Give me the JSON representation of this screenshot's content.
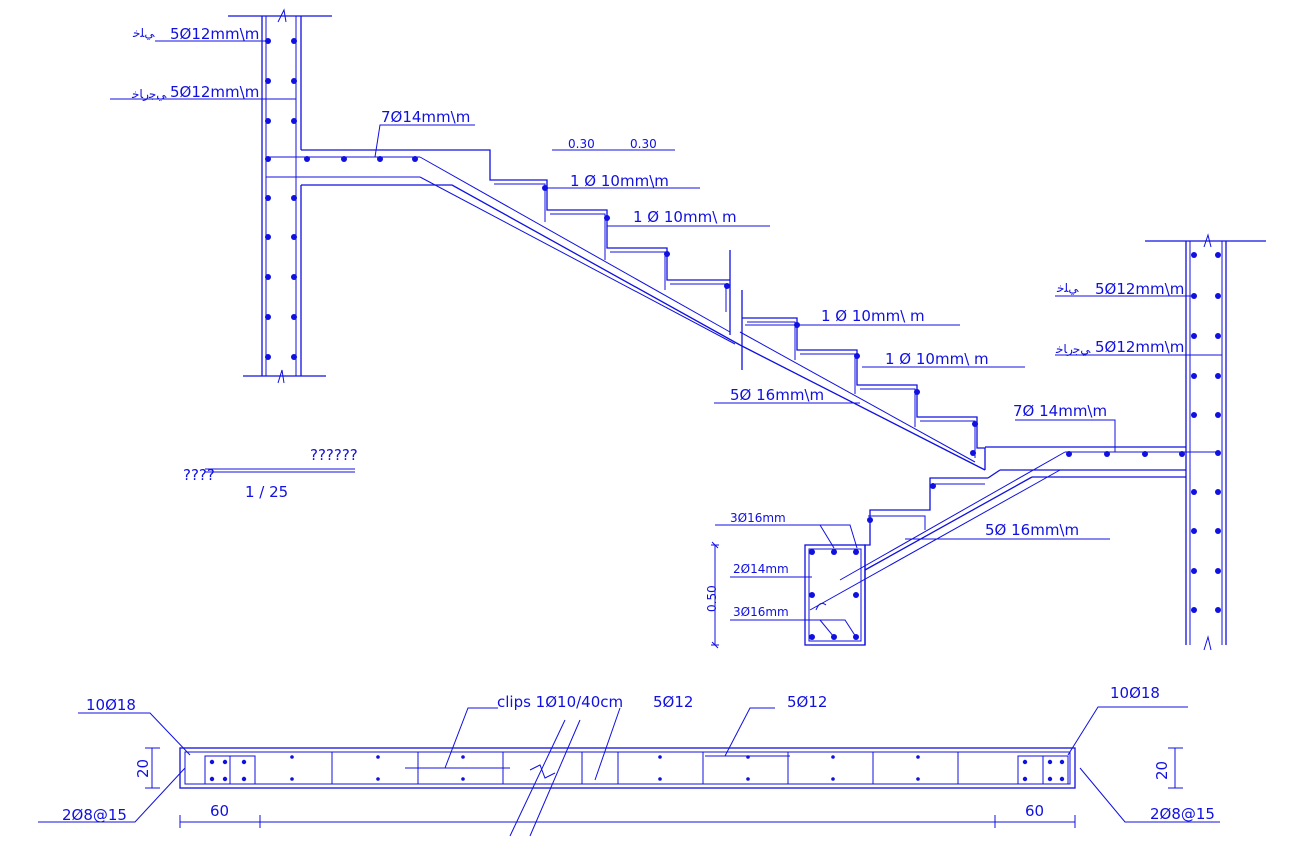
{
  "labels": {
    "left_wall_top": "5Ø12mm\\m",
    "left_wall_mid": "5Ø12mm\\m",
    "left_wall_top_prefix": "ﻲﻠﺧ",
    "left_wall_mid_prefix": "ﻲﺟﺭﺎﺧ",
    "upper_landing": "7Ø14mm\\m",
    "step_dim_1": "0.30",
    "step_dim_2": "0.30",
    "step_bar_1": "1 Ø     10mm\\m",
    "step_bar_2": "1 Ø     10mm\\   m",
    "step_bar_3": "1 Ø     10mm\\   m",
    "step_bar_4": "1 Ø     10mm\\   m",
    "flight_main": "5Ø     16mm\\m",
    "right_wall_top": "5Ø12mm\\m",
    "right_wall_mid": "5Ø12mm\\m",
    "right_wall_top_prefix": "ﻲﻠﺧ",
    "right_wall_mid_prefix": "ﻲﺟﺭﺎﺧ",
    "lower_landing": "7Ø     14mm\\m",
    "lower_flight": "5Ø     16mm\\m",
    "beam_top": "3Ø16mm",
    "beam_mid": "2Ø14mm",
    "beam_bot": "3Ø16mm",
    "beam_height": "0.50",
    "title_line_1": "?????‌?",
    "title_line_2": "????",
    "scale": "1 / 25",
    "footing_left_top": "10Ø18",
    "footing_right_top": "10Ø18",
    "footing_clips": "clips  1Ø10/40cm",
    "footing_mid_1": "5Ø12",
    "footing_mid_2": "5Ø12",
    "footing_left_bottom": "2Ø8@15",
    "footing_right_bottom": "2Ø8@15",
    "footing_height_left": "20",
    "footing_height_right": "20",
    "footing_width_left": "60",
    "footing_width_right": "60"
  },
  "colors": {
    "line": "#1010e0",
    "background": "#ffffff"
  }
}
